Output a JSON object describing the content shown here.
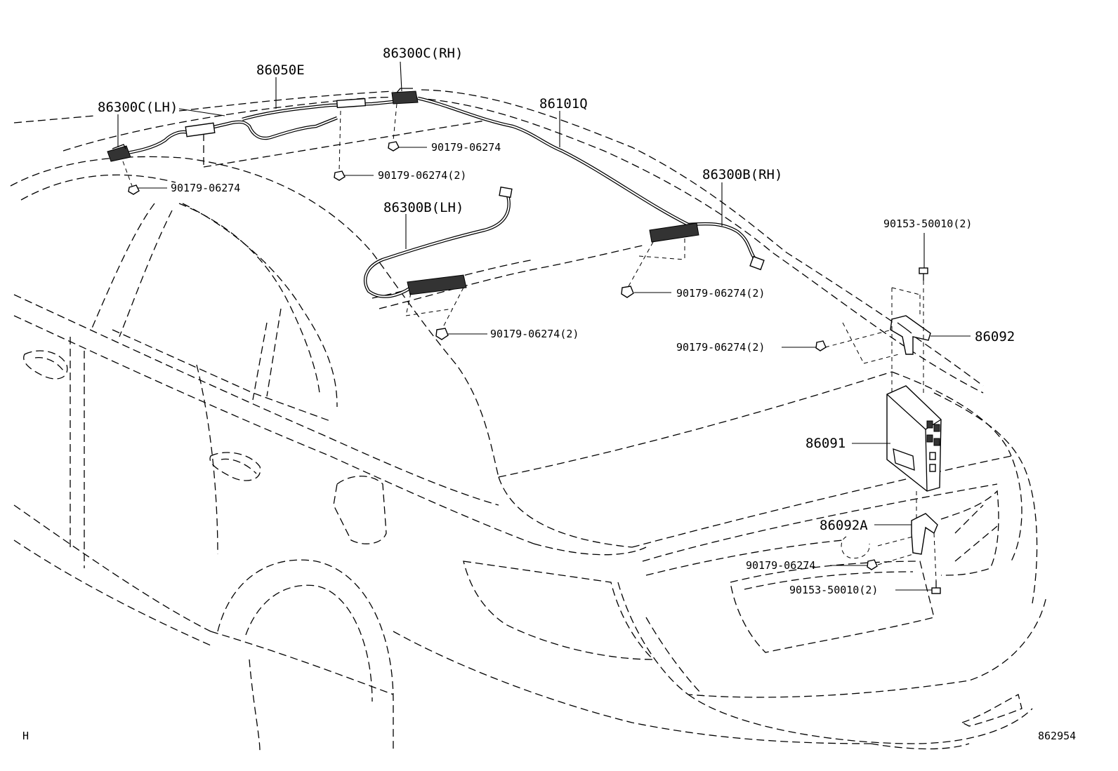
{
  "labels": {
    "antenna_86300c_rh": "86300C(RH)",
    "antenna_86300c_lh": "86300C(LH)",
    "cable_86050e": "86050E",
    "cable_86101q": "86101Q",
    "antenna_86300b_rh": "86300B(RH)",
    "antenna_86300b_lh": "86300B(LH)",
    "bracket_86092": "86092",
    "unit_86091": "86091",
    "bracket_86092a": "86092A",
    "clip_c_lh": "90179-06274",
    "clip_c_rh": "90179-06274",
    "clip_cable_2": "90179-06274(2)",
    "clip_b_rh_2": "90179-06274(2)",
    "clip_b_lh_2": "90179-06274(2)",
    "clip_bracket_2": "90179-06274(2)",
    "clip_bracket_a": "90179-06274",
    "bolt_top_2": "90153-50010(2)",
    "bolt_bottom_2": "90153-50010(2)"
  },
  "corner_left": "H",
  "corner_right": "862954"
}
